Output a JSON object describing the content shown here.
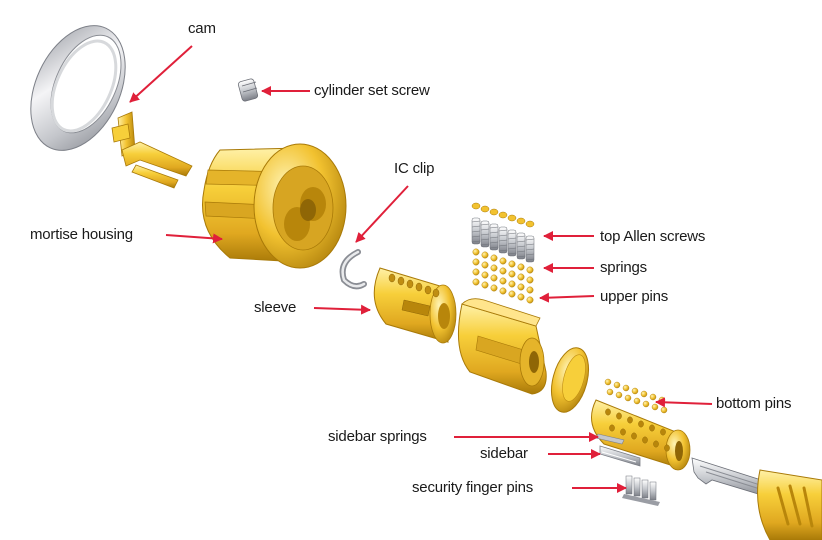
{
  "labels": {
    "cam": "cam",
    "cylinder_set_screw": "cylinder set screw",
    "ic_clip": "IC clip",
    "top_allen_screws": "top Allen screws",
    "springs": "springs",
    "upper_pins": "upper pins",
    "mortise_housing": "mortise housing",
    "sleeve": "sleeve",
    "bottom_pins": "bottom pins",
    "sidebar_springs": "sidebar springs",
    "sidebar": "sidebar",
    "security_finger_pins": "security finger pins"
  },
  "colors": {
    "arrow": "#e0203a",
    "brass_light": "#ffe27a",
    "brass": "#f2c230",
    "brass_dark": "#b8860b",
    "steel_light": "#f2f2f2",
    "steel": "#b9bcc2",
    "steel_dark": "#7d8088"
  }
}
